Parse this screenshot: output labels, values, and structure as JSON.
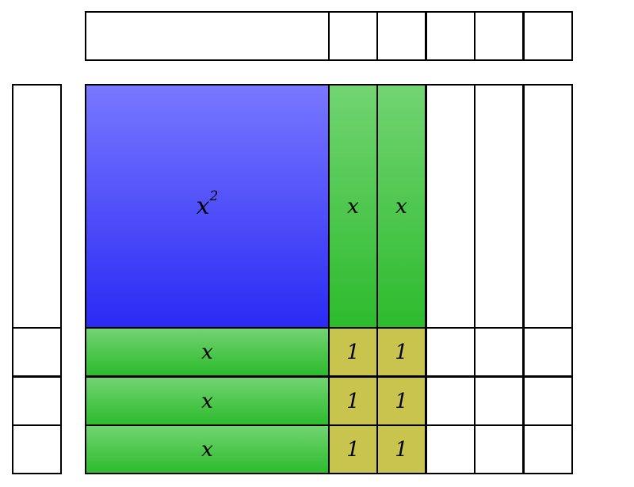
{
  "colors": {
    "square_top": "#7878ff",
    "square_bottom": "#2a2af5",
    "bar_top": "#72d472",
    "bar_bottom": "#2dbb2d",
    "unit": "#c8c44e",
    "border": "#000000",
    "empty": "#ffffff"
  },
  "tiles": {
    "square": {
      "base": "x",
      "exponent": "2"
    },
    "vertical_bars": [
      "x",
      "x"
    ],
    "horizontal_bars": [
      "x",
      "x",
      "x"
    ],
    "units": [
      "1",
      "1",
      "1",
      "1",
      "1",
      "1"
    ]
  }
}
